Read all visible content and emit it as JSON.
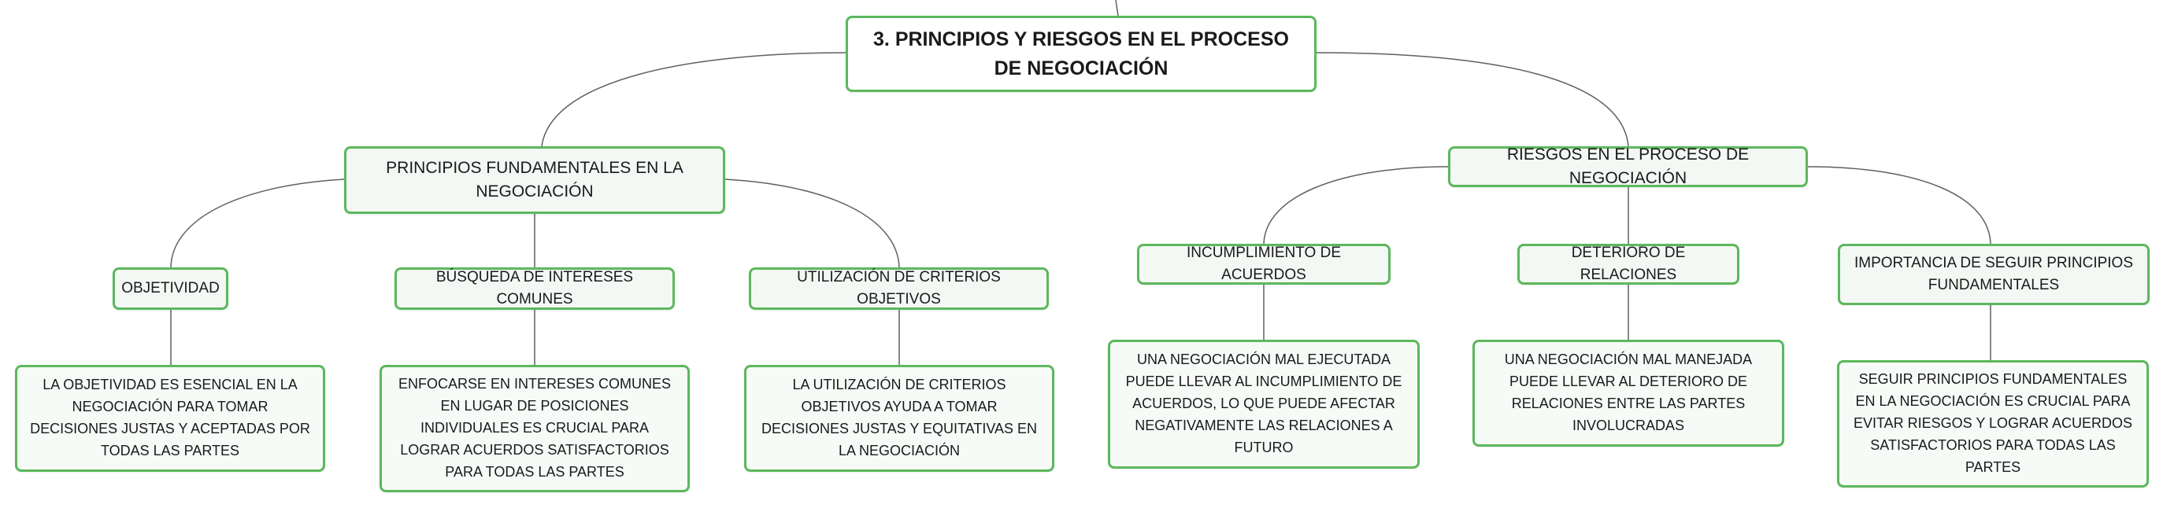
{
  "accent_color": "#5cb85c",
  "node_background": "#f3f8f4",
  "connector_color": "#606060",
  "root": {
    "title": "3. PRINCIPIOS Y RIESGOS EN EL PROCESO DE NEGOCIACIÓN"
  },
  "branches": [
    {
      "label": "PRINCIPIOS FUNDAMENTALES EN LA NEGOCIACIÓN",
      "children": [
        {
          "label": "OBJETIVIDAD",
          "detail": "LA OBJETIVIDAD ES ESENCIAL EN LA NEGOCIACIÓN PARA TOMAR DECISIONES JUSTAS Y ACEPTADAS POR TODAS LAS PARTES"
        },
        {
          "label": "BÚSQUEDA DE INTERESES COMUNES",
          "detail": "ENFOCARSE EN INTERESES COMUNES EN LUGAR DE POSICIONES INDIVIDUALES ES CRUCIAL PARA LOGRAR ACUERDOS SATISFACTORIOS PARA TODAS LAS PARTES"
        },
        {
          "label": "UTILIZACIÓN DE CRITERIOS OBJETIVOS",
          "detail": "LA UTILIZACIÓN DE CRITERIOS OBJETIVOS AYUDA A TOMAR DECISIONES JUSTAS Y EQUITATIVAS EN LA NEGOCIACIÓN"
        }
      ]
    },
    {
      "label": "RIESGOS EN EL PROCESO DE NEGOCIACIÓN",
      "children": [
        {
          "label": "INCUMPLIMIENTO DE ACUERDOS",
          "detail": "UNA NEGOCIACIÓN MAL EJECUTADA PUEDE LLEVAR AL INCUMPLIMIENTO DE ACUERDOS, LO QUE PUEDE AFECTAR NEGATIVAMENTE LAS RELACIONES A FUTURO"
        },
        {
          "label": "DETERIORO DE RELACIONES",
          "detail": "UNA NEGOCIACIÓN MAL MANEJADA PUEDE LLEVAR AL DETERIORO DE RELACIONES ENTRE LAS PARTES INVOLUCRADAS"
        },
        {
          "label": "IMPORTANCIA DE SEGUIR PRINCIPIOS FUNDAMENTALES",
          "detail": "SEGUIR PRINCIPIOS FUNDAMENTALES EN LA NEGOCIACIÓN ES CRUCIAL PARA EVITAR RIESGOS Y LOGRAR ACUERDOS SATISFACTORIOS PARA TODAS LAS PARTES"
        }
      ]
    }
  ]
}
